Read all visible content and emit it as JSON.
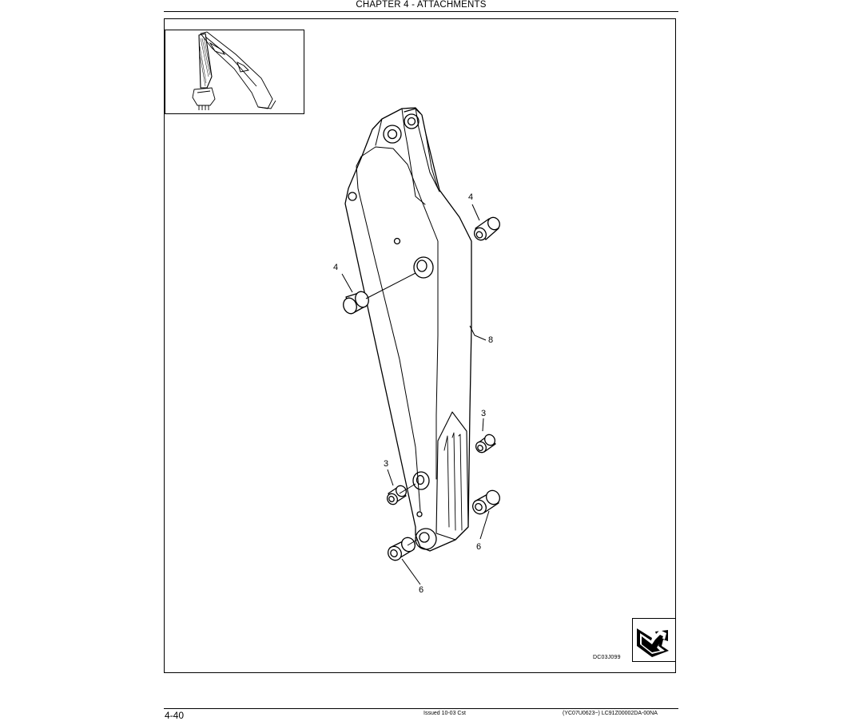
{
  "header": {
    "chapter_title": "CHAPTER 4 - ATTACHMENTS"
  },
  "figure": {
    "code": "DC03J099",
    "callouts": {
      "bushing_upper_right": "4",
      "bushing_upper_left": "4",
      "arm_body": "8",
      "bushing_mid_right": "3",
      "bushing_mid_left": "3",
      "bushing_lower_right": "6",
      "bushing_lower_left": "6"
    },
    "inset": {
      "icon": "excavator-overview-icon"
    },
    "navigation": {
      "icon": "next-page-arrow-icon"
    }
  },
  "footer": {
    "page_number": "4-40",
    "issue": "Issued 10-03   Cst",
    "doc_id": "(YC07U0623~)   LC91Z00002DA-00NA"
  }
}
